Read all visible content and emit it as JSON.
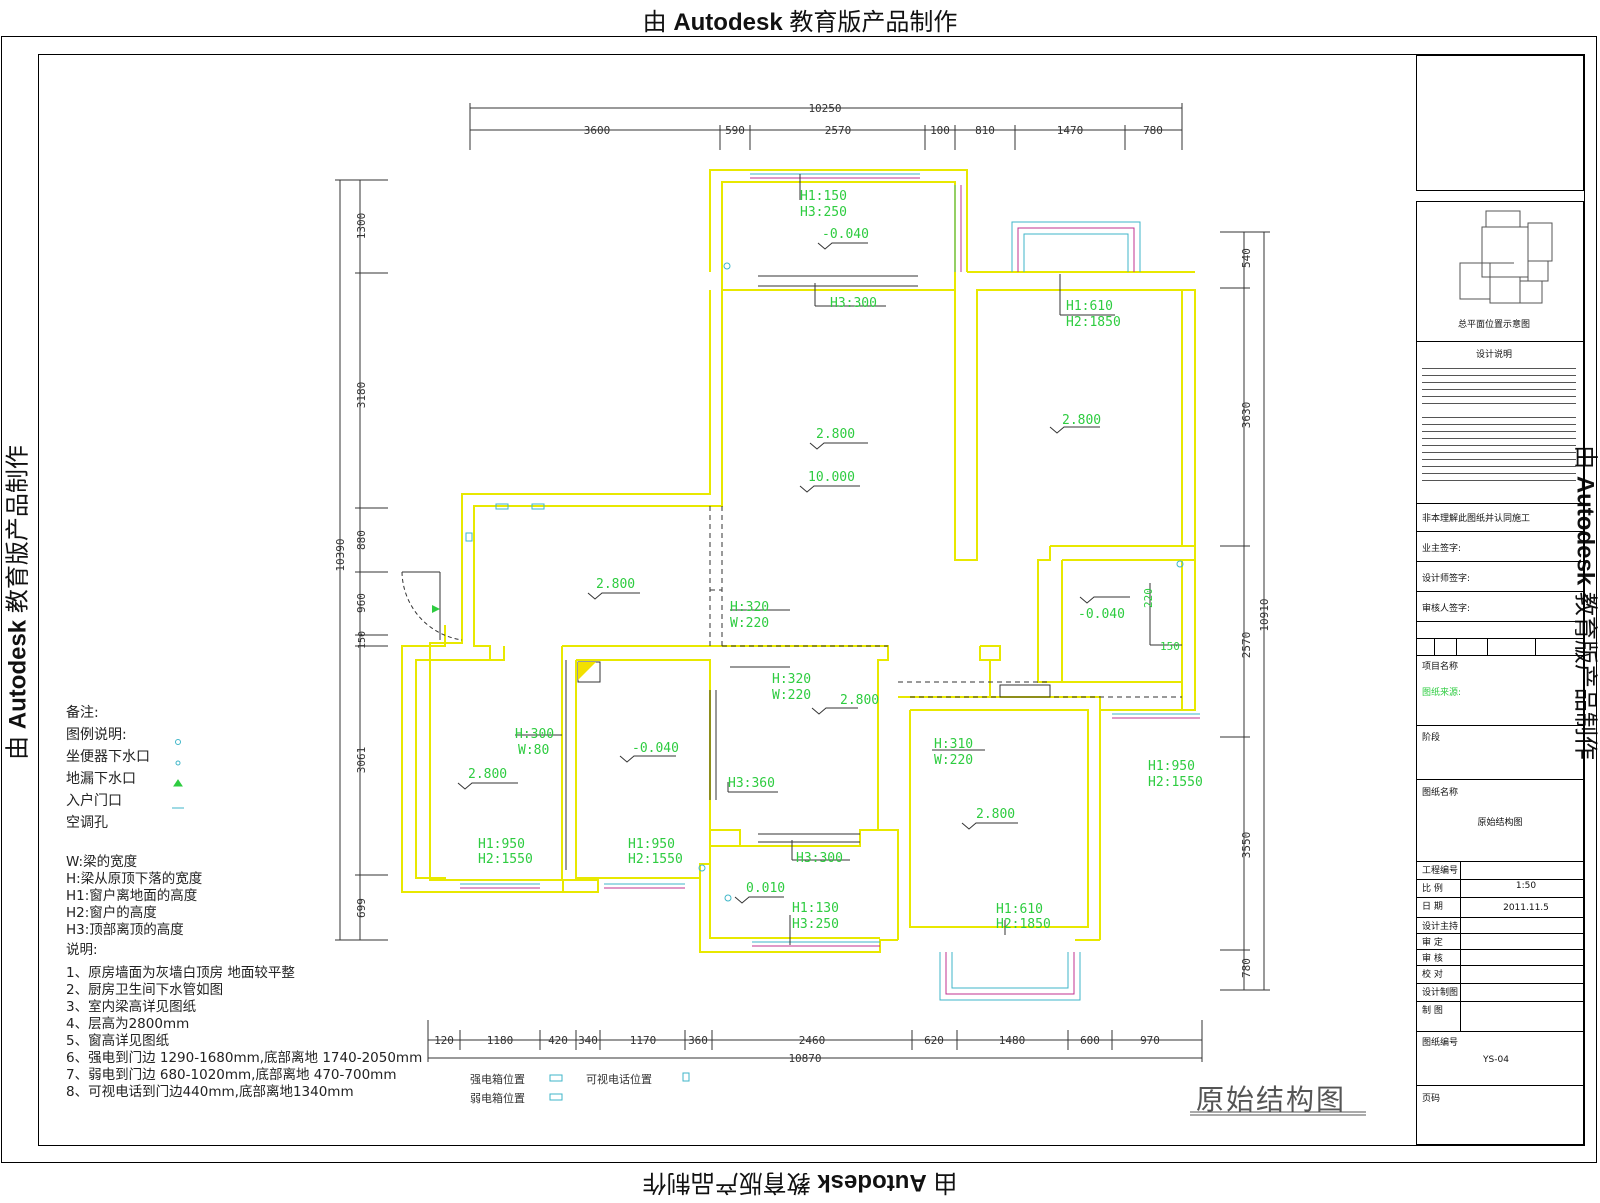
{
  "watermark": {
    "prefix": "由",
    "brand": "Autodesk",
    "suffix": "教育版产品制作"
  },
  "plan_title": "原始结构图",
  "overall_dims": {
    "top_total": "10250",
    "top_segments": [
      "3600",
      "590",
      "2570",
      "100",
      "810",
      "1470",
      "780"
    ],
    "bottom_total": "10870",
    "bottom_segments": [
      "120",
      "1180",
      "420",
      "340",
      "1170",
      "360",
      "2460",
      "620",
      "1480",
      "600",
      "970"
    ],
    "left_total": "10390",
    "left_segments": [
      "1300",
      "3180",
      "880",
      "960",
      "150",
      "3061",
      "699"
    ],
    "right_total": "10910",
    "right_segments": [
      "540",
      "3630",
      "2570",
      "3550",
      "780"
    ]
  },
  "labels": {
    "balcony_top_h1": "H1:150",
    "balcony_top_h3": "H3:250",
    "balcony_top_level": "-0.040",
    "living_h3": "H3:300",
    "living_level": "2.800",
    "living_level2": "10.000",
    "bed_ne_h1": "H1:610",
    "bed_ne_h2": "H2:1850",
    "bed_ne_level": "2.800",
    "dining_level": "2.800",
    "beam1_h": "H:320",
    "beam1_w": "W:220",
    "kitchen_level": "-0.040",
    "kitchen_h": "220",
    "kitchen_pipe": "150",
    "bed_w_h": "H:300",
    "bed_w_w": "W:80",
    "bed_w_level": "2.800",
    "bed_w_h1": "H1:950",
    "bed_w_h2": "H2:1550",
    "bath_level": "-0.040",
    "bath_h1": "H1:950",
    "bath_h2": "H2:1550",
    "hall_h": "H:320",
    "hall_w": "W:220",
    "hall_level": "2.800",
    "hall_h3": "H3:360",
    "study_h3": "H3:300",
    "balcony_s_level": "0.010",
    "balcony_s_h1": "H1:130",
    "balcony_s_h3": "H3:250",
    "bed_se_h": "H:310",
    "bed_se_w": "W:220",
    "bed_se_level": "2.800",
    "bed_se_h1": "H1:610",
    "bed_se_h2": "H2:1850",
    "kitchen_win_h1": "H1:950",
    "kitchen_win_h2": "H2:1550"
  },
  "notes": {
    "heading": "备注:",
    "legend_heading": "图例说明:",
    "legend_items": [
      {
        "text": "坐便器下水口",
        "icon": "toilet-drain-icon"
      },
      {
        "text": "地漏下水口",
        "icon": "floor-drain-icon"
      },
      {
        "text": "入户门口",
        "icon": "entrance-triangle-icon"
      },
      {
        "text": "空调孔",
        "icon": "ac-hole-icon"
      }
    ],
    "defs": [
      "W:梁的宽度",
      "H:梁从原顶下落的宽度",
      "H1:窗户离地面的高度",
      "H2:窗户的高度",
      "H3:顶部离顶的高度"
    ],
    "explain_heading": "说明:",
    "explain_items": [
      "1、原房墙面为灰墙白顶房 地面较平整",
      "2、厨房卫生间下水管如图",
      "3、室内梁高详见图纸",
      "4、层高为2800mm",
      "5、窗高详见图纸",
      "6、强电到门边 1290-1680mm,底部离地 1740-2050mm",
      "7、弱电到门边 680-1020mm,底部离地 470-700mm",
      "8、可视电话到门边440mm,底部离地1340mm"
    ]
  },
  "box_legend": {
    "strong": "强电箱位置",
    "weak": "弱电箱位置",
    "video_phone": "可视电话位置"
  },
  "title_block": {
    "key_plan_caption": "总平面位置示意图",
    "design_notes": "设计说明",
    "company_line": "非本理解此图纸并认同施工",
    "owner_sign": "业主签字:",
    "designer_sign": "设计师签字:",
    "reviewer_sign": "审核人签字:",
    "project_name": "项目名称",
    "drawing_source": "图纸来源:",
    "stage": "阶段",
    "drawing_name": "图纸名称",
    "drawing_name_value": "原始结构图",
    "rows": [
      {
        "label": "工程编号",
        "value": ""
      },
      {
        "label": "比 例",
        "value": "1:50"
      },
      {
        "label": "日 期",
        "value": "2011.11.5"
      },
      {
        "label": "设计主持",
        "value": ""
      },
      {
        "label": "审 定",
        "value": ""
      },
      {
        "label": "审 核",
        "value": ""
      },
      {
        "label": "校 对",
        "value": ""
      },
      {
        "label": "设计制图",
        "value": ""
      },
      {
        "label": "制 图",
        "value": ""
      }
    ],
    "drawing_no": "图纸编号",
    "drawing_no_value": "YS-04",
    "page": "页码"
  },
  "colors": {
    "wall": "#e8e800",
    "annotation": "#2ecc40",
    "dimension": "#333333",
    "window_cyan": "#3fb6c8",
    "window_magenta": "#c0308f"
  }
}
